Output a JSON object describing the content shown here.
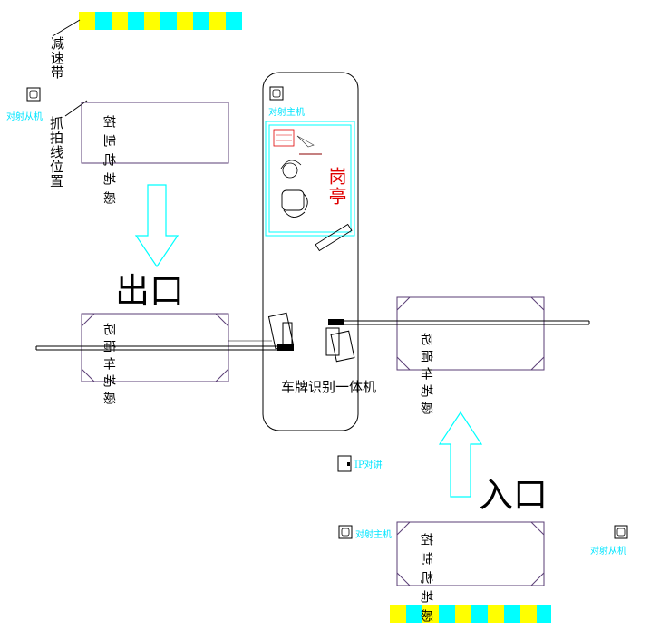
{
  "labels": {
    "speed_bump": "减速带",
    "capture_line": "抓拍线位置",
    "intercom_slave": "对射从机",
    "intercom_master": "对射主机",
    "exit": "出口",
    "entrance": "入口",
    "kiosk": "岗亭",
    "lpr_unit": "车牌识别一体机",
    "ip_intercom": "IP对讲",
    "control_sensor": "控制机地感",
    "anti_smash_sensor": "防砸车地感",
    "control_sensor_bottom": "控制机地感"
  },
  "colors": {
    "stripe_yellow": "#ffff00",
    "stripe_cyan": "#00ffff",
    "cyan_accent": "#00e5ff",
    "box_border": "#5a3d75",
    "kiosk_red": "#e00000"
  }
}
